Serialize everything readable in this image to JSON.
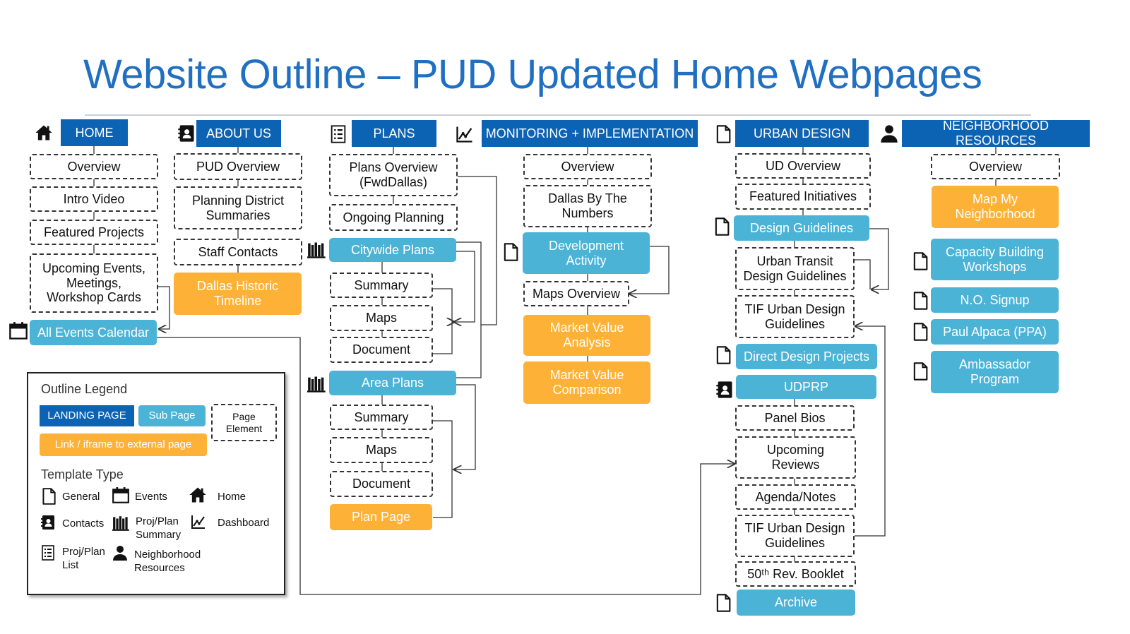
{
  "title": "Website Outline – PUD Updated Home Webpages",
  "colors": {
    "landing": "#0d63b3",
    "sub": "#4bb3d6",
    "external": "#fdb237",
    "title": "#1f6fc2"
  },
  "columns": {
    "home": {
      "header": "HOME",
      "header_icon": "home-icon",
      "items": [
        "Overview",
        "Intro Video",
        "Featured Projects",
        "Upcoming Events,\nMeetings,\nWorkshop Cards",
        "All Events Calendar"
      ]
    },
    "about": {
      "header": "ABOUT US",
      "header_icon": "contacts-icon",
      "items": [
        "PUD Overview",
        "Planning District\nSummaries",
        "Staff Contacts",
        "Dallas Historic\nTimeline"
      ]
    },
    "plans": {
      "header": "PLANS",
      "header_icon": "list-icon",
      "items": [
        "Plans Overview\n(FwdDallas)",
        "Ongoing Planning",
        "Citywide Plans",
        "Summary",
        "Maps",
        "Document",
        "Area Plans",
        "Summary",
        "Maps",
        "Document",
        "Plan Page"
      ]
    },
    "monitoring": {
      "header": "MONITORING + IMPLEMENTATION",
      "header_icon": "dashboard-icon",
      "items": [
        "Overview",
        "Dallas By The\nNumbers",
        "Development\nActivity",
        "Maps Overview",
        "Market Value\nAnalysis",
        "Market Value\nComparison"
      ]
    },
    "urban": {
      "header": "URBAN DESIGN",
      "header_icon": "document-icon",
      "items": [
        "UD Overview",
        "Featured Initiatives",
        "Design Guidelines",
        "Urban Transit\nDesign Guidelines",
        "TIF Urban Design\nGuidelines",
        "Direct Design Projects",
        "UDPRP",
        "Panel Bios",
        "Upcoming\nReviews",
        "Agenda/Notes",
        "TIF Urban Design\nGuidelines",
        "50ᵗʰ Rev. Booklet",
        "Archive"
      ]
    },
    "neighborhood": {
      "header": "NEIGHBORHOOD RESOURCES",
      "header_icon": "person-icon",
      "items": [
        "Overview",
        "Map My\nNeighborhood",
        "Capacity Building\nWorkshops",
        "N.O. Signup",
        "Paul Alpaca (PPA)",
        "Ambassador\nProgram"
      ]
    }
  },
  "legend": {
    "title": "Outline Legend",
    "landing": "LANDING PAGE",
    "sub": "Sub Page",
    "element": "Page\nElement",
    "external": "Link / iframe to external page",
    "template_title": "Template Type",
    "types": {
      "general": "General",
      "events": "Events",
      "home": "Home",
      "contacts": "Contacts",
      "summary": "Proj/Plan\nSummary",
      "dashboard": "Dashboard",
      "list": "Proj/Plan\nList",
      "neighborhood": "Neighborhood\nResources"
    }
  }
}
